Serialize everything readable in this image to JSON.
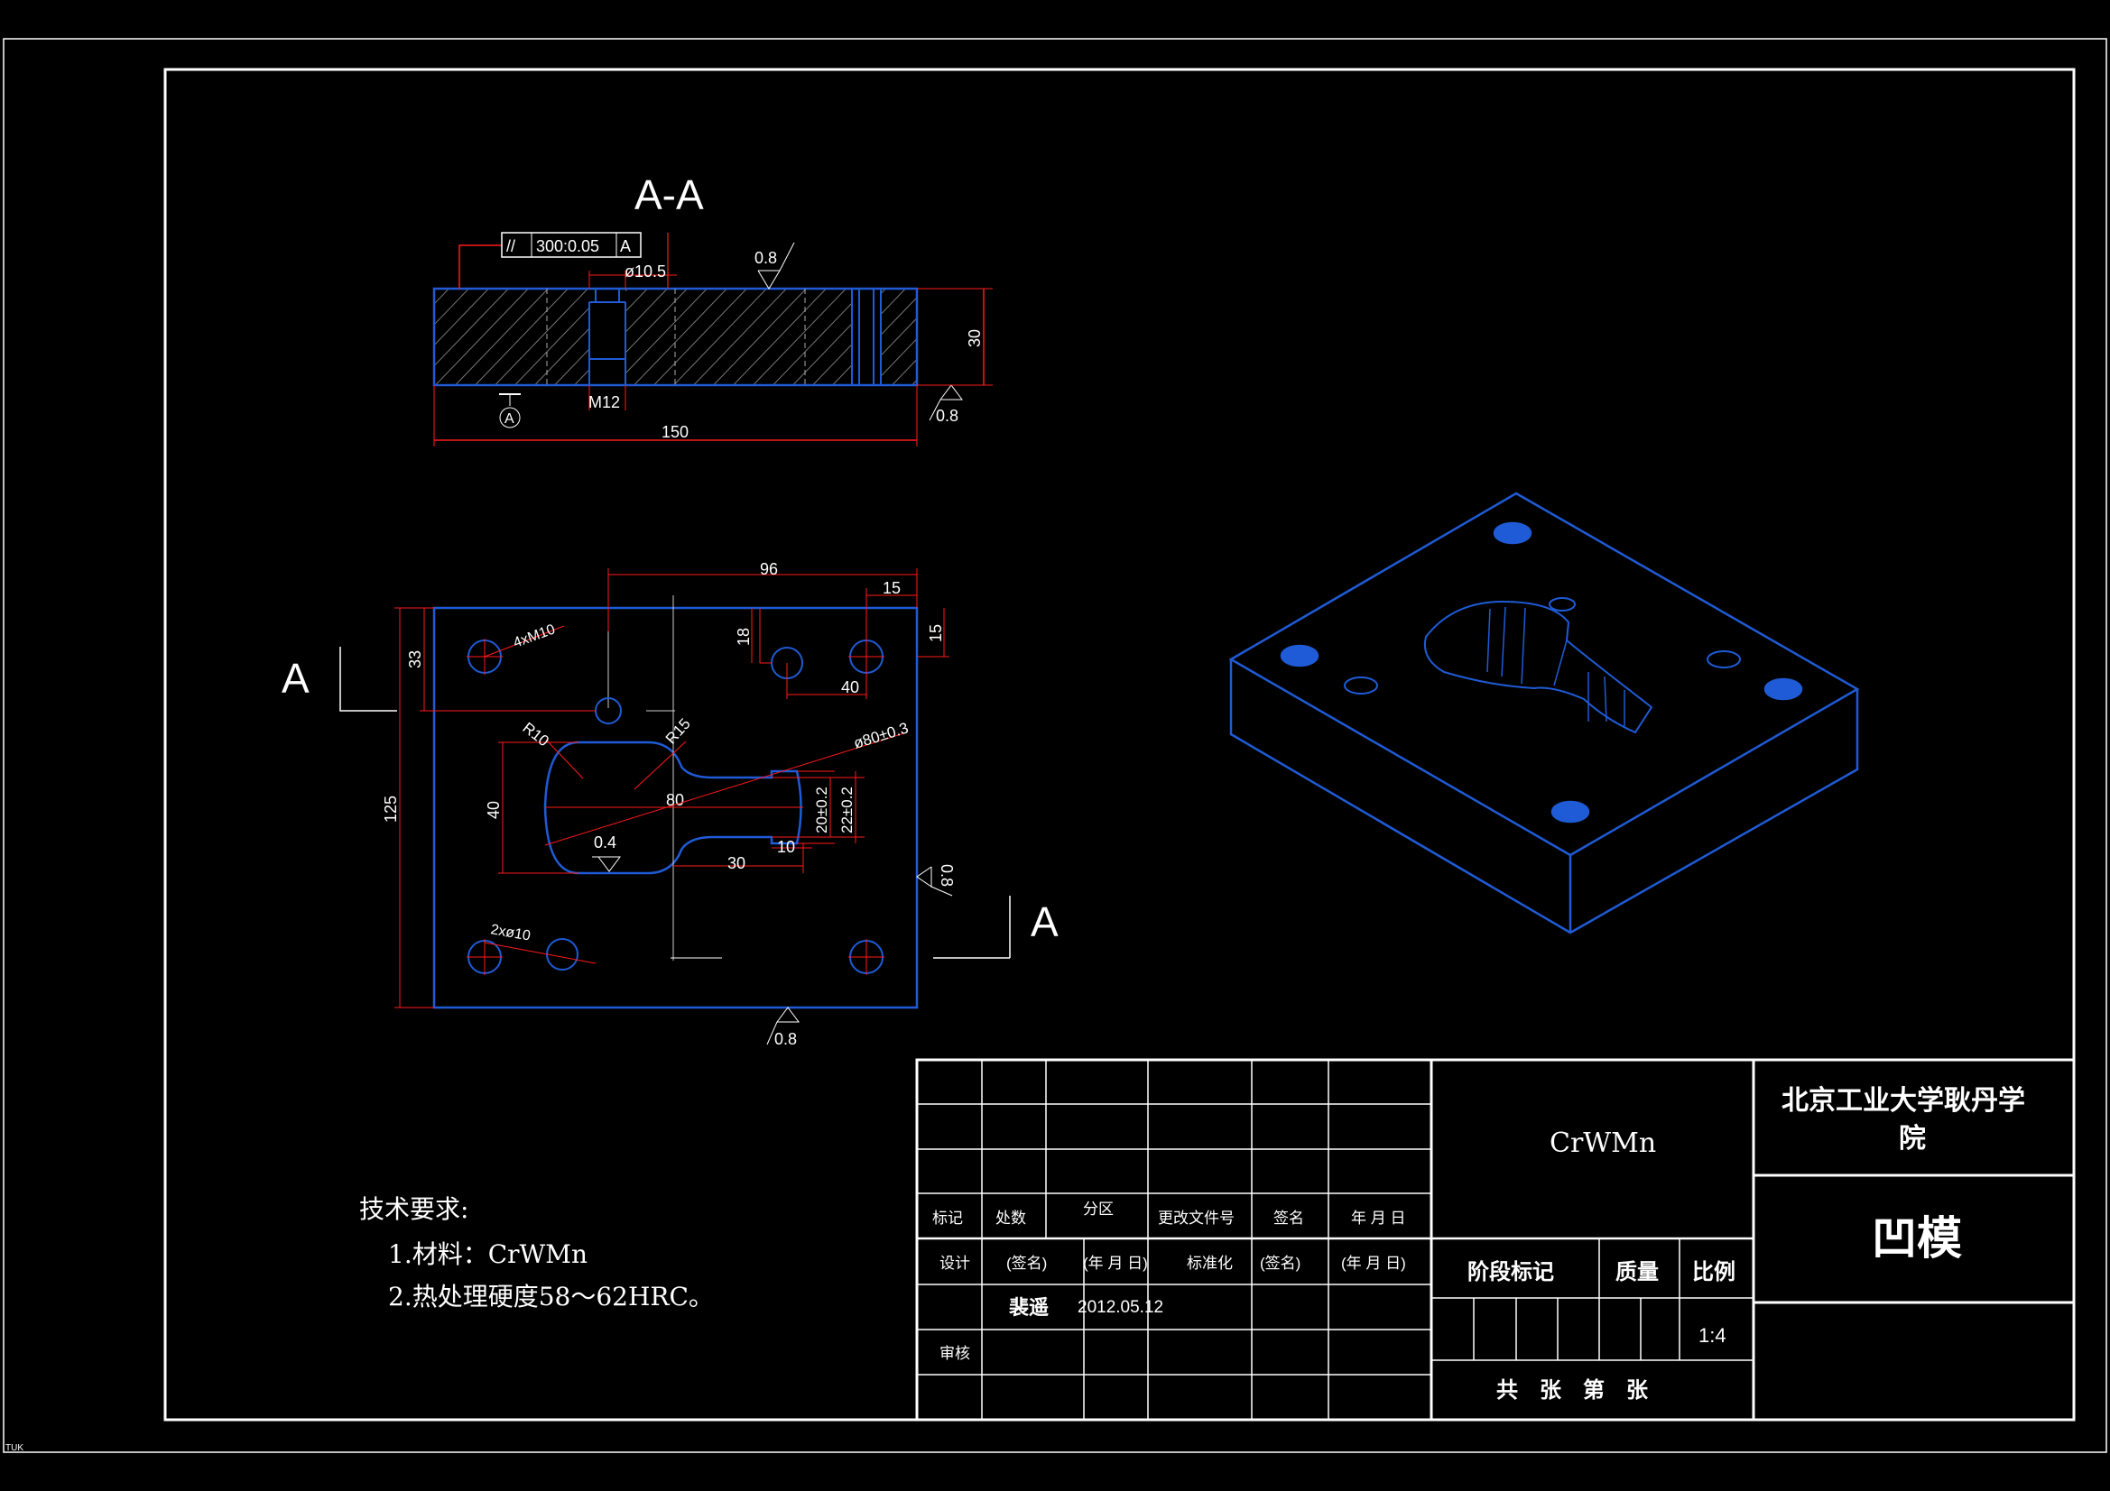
{
  "colors": {
    "background": "#000000",
    "frame": "#ffffff",
    "dimension": "#ff1a1a",
    "outline": "#1f5bd6"
  },
  "section": {
    "title": "A-A",
    "tolerance": {
      "symbol": "//",
      "value": "300:0.05",
      "datum": "A"
    },
    "hole_dia": "ø10.5",
    "thread": "M12",
    "datum_label": "A",
    "roughness_top": "0.8",
    "roughness_side": "0.8",
    "height": "30",
    "length": "150"
  },
  "plan": {
    "cut_left": "A",
    "cut_right": "A",
    "dim_96": "96",
    "dim_15_top": "15",
    "dim_15_right": "15",
    "dim_18": "18",
    "dim_40_hole": "40",
    "dim_33": "33",
    "dim_125": "125",
    "dim_40_slot": "40",
    "dim_80": "80",
    "dim_30": "30",
    "dim_10": "10",
    "tol_20": "20±0.2",
    "tol_22": "22±0.2",
    "diameter_80": "ø80±0.3",
    "r10": "R10",
    "r15": "R15",
    "roughness_inner": "0.4",
    "roughness_right": "0.8",
    "roughness_bottom": "0.8",
    "label_4xm10": "4xM10",
    "label_2xphi10": "2xø10"
  },
  "tech": {
    "heading": "技术要求:",
    "items": [
      "1.材料：CrWMn",
      "2.热处理硬度58～62HRC。"
    ]
  },
  "title_block": {
    "hdr_mark": "标记",
    "hdr_count": "处数",
    "hdr_zone": "分区",
    "hdr_doc": "更改文件号",
    "hdr_sign": "签名",
    "hdr_date": "年 月 日",
    "row_design": "设计",
    "sign1": "(签名)",
    "date1": "(年 月 日)",
    "standard": "标准化",
    "sign2": "(签名)",
    "date2": "(年 月 日)",
    "designer": "裴遥",
    "design_date": "2012.05.12",
    "review": "审核",
    "material": "CrWMn",
    "institution": "北京工业大学耿丹学院",
    "part_name": "凹模",
    "stage_mark": "阶段标记",
    "weight": "质量",
    "scale_label": "比例",
    "scale": "1:4",
    "sheets": "共　张　第　张"
  },
  "corner_tag": "TUK"
}
